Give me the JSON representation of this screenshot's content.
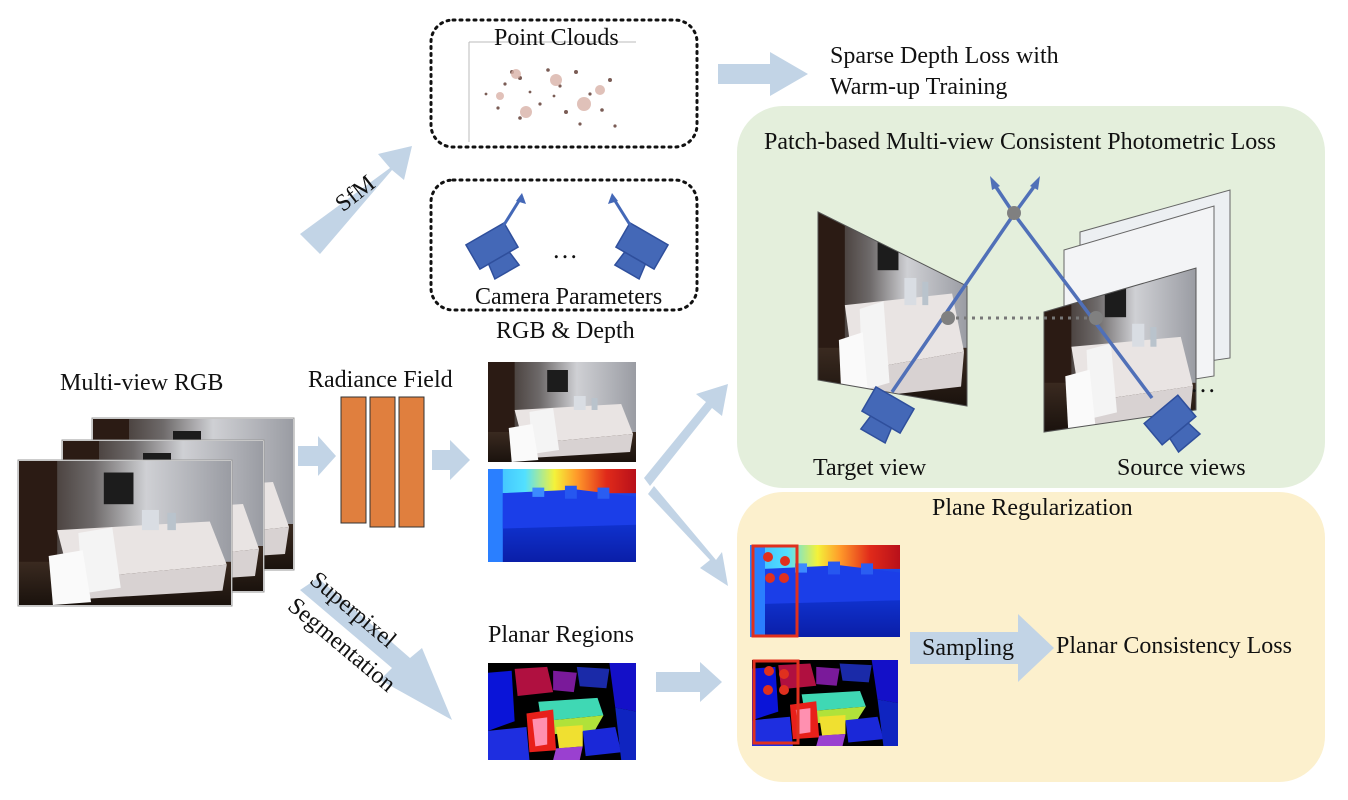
{
  "labels": {
    "point_clouds": "Point Clouds",
    "sparse_depth_line1": "Sparse Depth Loss with",
    "sparse_depth_line2": "Warm-up Training",
    "sfm": "SfM",
    "camera_ellipsis": "…",
    "camera_parameters": "Camera Parameters",
    "rgb_depth": "RGB & Depth",
    "multi_view_rgb": "Multi-view RGB",
    "radiance_field": "Radiance Field",
    "superpixel_line1": "Superpixel",
    "superpixel_line2": "Segmentation",
    "planar_regions": "Planar Regions",
    "photometric_title": "Patch-based Multi-view Consistent Photometric Loss",
    "target_view": "Target view",
    "source_views": "Source views",
    "source_ellipsis": "…",
    "plane_regularization": "Plane Regularization",
    "sampling": "Sampling",
    "planar_consistency_loss": "Planar Consistency Loss"
  },
  "colors": {
    "arrow_fill": "#c2d4e6",
    "camera_fill": "#4468b7",
    "mlp_block": "#e07f3e",
    "photometric_panel": "#e4efdc",
    "plane_panel": "#fcf0cd",
    "ray_line": "#5070b8",
    "sample_dot": "#e0301e",
    "sample_box": "#e0301e"
  },
  "icons": [
    "camera-icon",
    "point-cloud-image",
    "rgb-image",
    "depth-map-image",
    "segmentation-image"
  ]
}
